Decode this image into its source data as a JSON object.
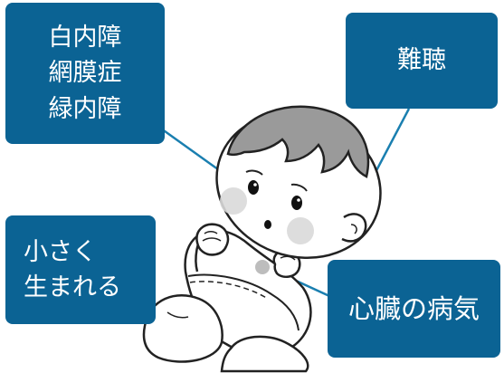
{
  "labels": {
    "eyes": [
      "白内障",
      "網膜症",
      "緑内障"
    ],
    "ears": "難聴",
    "small": [
      "小さく",
      "生まれる"
    ],
    "heart": "心臓の病気"
  },
  "colors": {
    "box_fill": "#0b6394",
    "leader_line": "#1a7fb0",
    "hair": "#9a9a9a",
    "outline": "#222222",
    "blush": "#d9d9d9"
  },
  "icons": [
    "baby-illustration"
  ]
}
